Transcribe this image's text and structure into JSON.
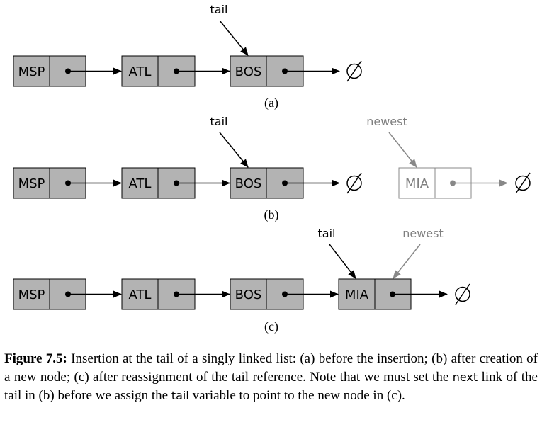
{
  "nodes": {
    "msp": "MSP",
    "atl": "ATL",
    "bos": "BOS",
    "mia": "MIA"
  },
  "pointers": {
    "tail": "tail",
    "newest": "newest"
  },
  "null_symbol": "∅",
  "sublabels": {
    "a": "(a)",
    "b": "(b)",
    "c": "(c)"
  },
  "caption": {
    "figure_number": "Figure 7.5:",
    "text_1": " Insertion at the tail of a singly linked list: (a) before the insertion; (b) after creation of a new node; (c) after reassignment of the tail reference. Note that we must set the ",
    "code_next": "next",
    "text_2": " link of the tail in (b) before we assign the ",
    "code_tail": "tail",
    "text_3": " variable to point to the new node in (c)."
  },
  "colors": {
    "node_fill": "#b3b3b3",
    "new_node_fill": "#ffffff",
    "new_node_stroke": "#888888",
    "newest_text": "#7f7f7f",
    "ink": "#000000"
  }
}
